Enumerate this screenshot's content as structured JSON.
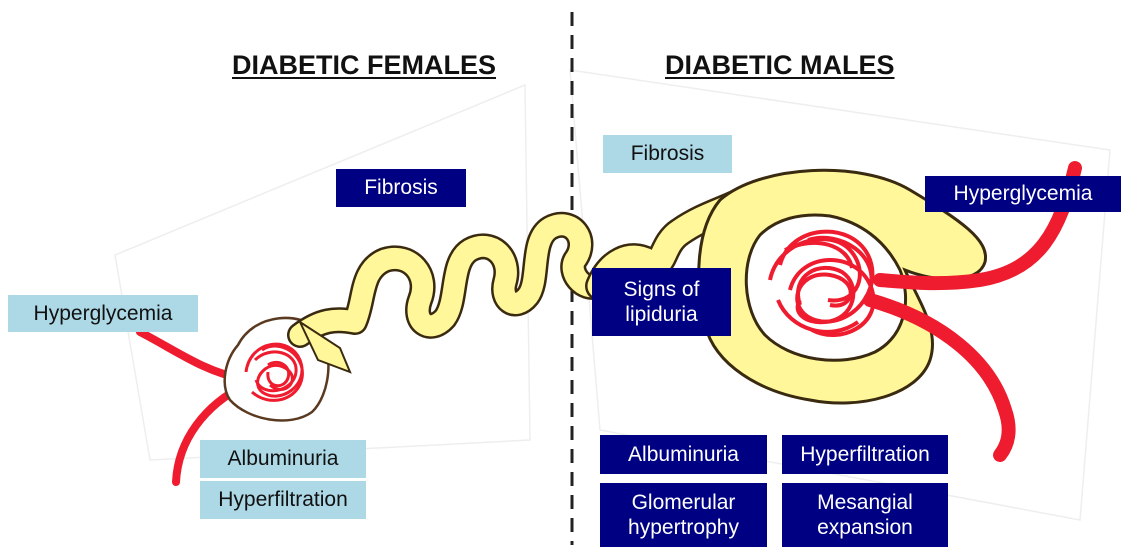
{
  "headings": {
    "female": "DIABETIC FEMALES",
    "male": "DIABETIC MALES"
  },
  "female_labels": {
    "fibrosis": "Fibrosis",
    "hyperglycemia": "Hyperglycemia",
    "albuminuria": "Albuminuria",
    "hyperfiltration": "Hyperfiltration"
  },
  "male_labels": {
    "fibrosis": "Fibrosis",
    "hyperglycemia": "Hyperglycemia",
    "lipiduria": "Signs of\nlipiduria",
    "albuminuria": "Albuminuria",
    "hyperfiltration": "Hyperfiltration",
    "glomerular_hypertrophy": "Glomerular\nhypertrophy",
    "mesangial_expansion": "Mesangial\nexpansion"
  },
  "colors": {
    "intensity_low": "#add8e6",
    "intensity_high": "#000082",
    "tubule_fill": "#fff799",
    "tubule_outline": "#3a2a10",
    "vessel": "#ee1c2e",
    "divider": "#222222"
  },
  "icons": {
    "female": "small-nephron-illustration",
    "male": "enlarged-nephron-illustration"
  }
}
